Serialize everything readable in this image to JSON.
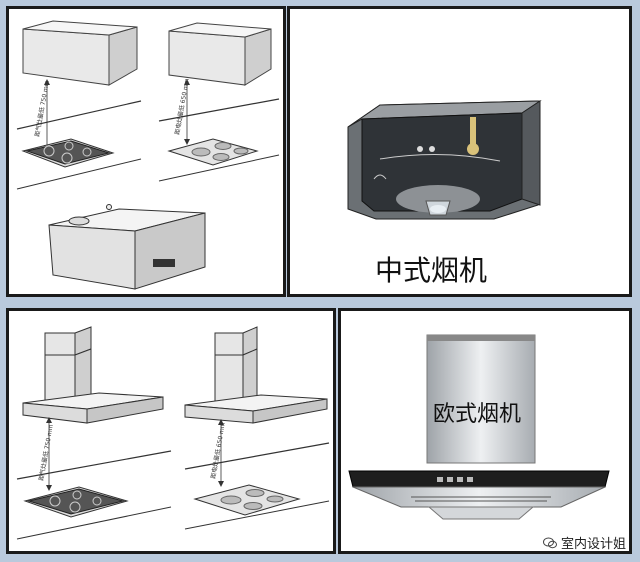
{
  "panels": {
    "chinese_hood_diagram": {
      "distance_gas": "距气灶最低 750 mm",
      "distance_electric": "距电灶最低 650 mm"
    },
    "chinese_hood_photo": {
      "label": "中式烟机"
    },
    "european_hood_diagram": {
      "distance_gas": "距气灶最低 750 mm",
      "distance_electric": "距电灶最低 650 mm"
    },
    "european_hood_photo": {
      "label": "欧式烟机"
    }
  },
  "watermark": {
    "text": "室内设计姐",
    "icon": "wechat-icon"
  },
  "colors": {
    "background": "#b9c9dc",
    "border": "#1a1a1a",
    "hood_dark": "#3a3f44",
    "steel": "#c8ccd0"
  }
}
